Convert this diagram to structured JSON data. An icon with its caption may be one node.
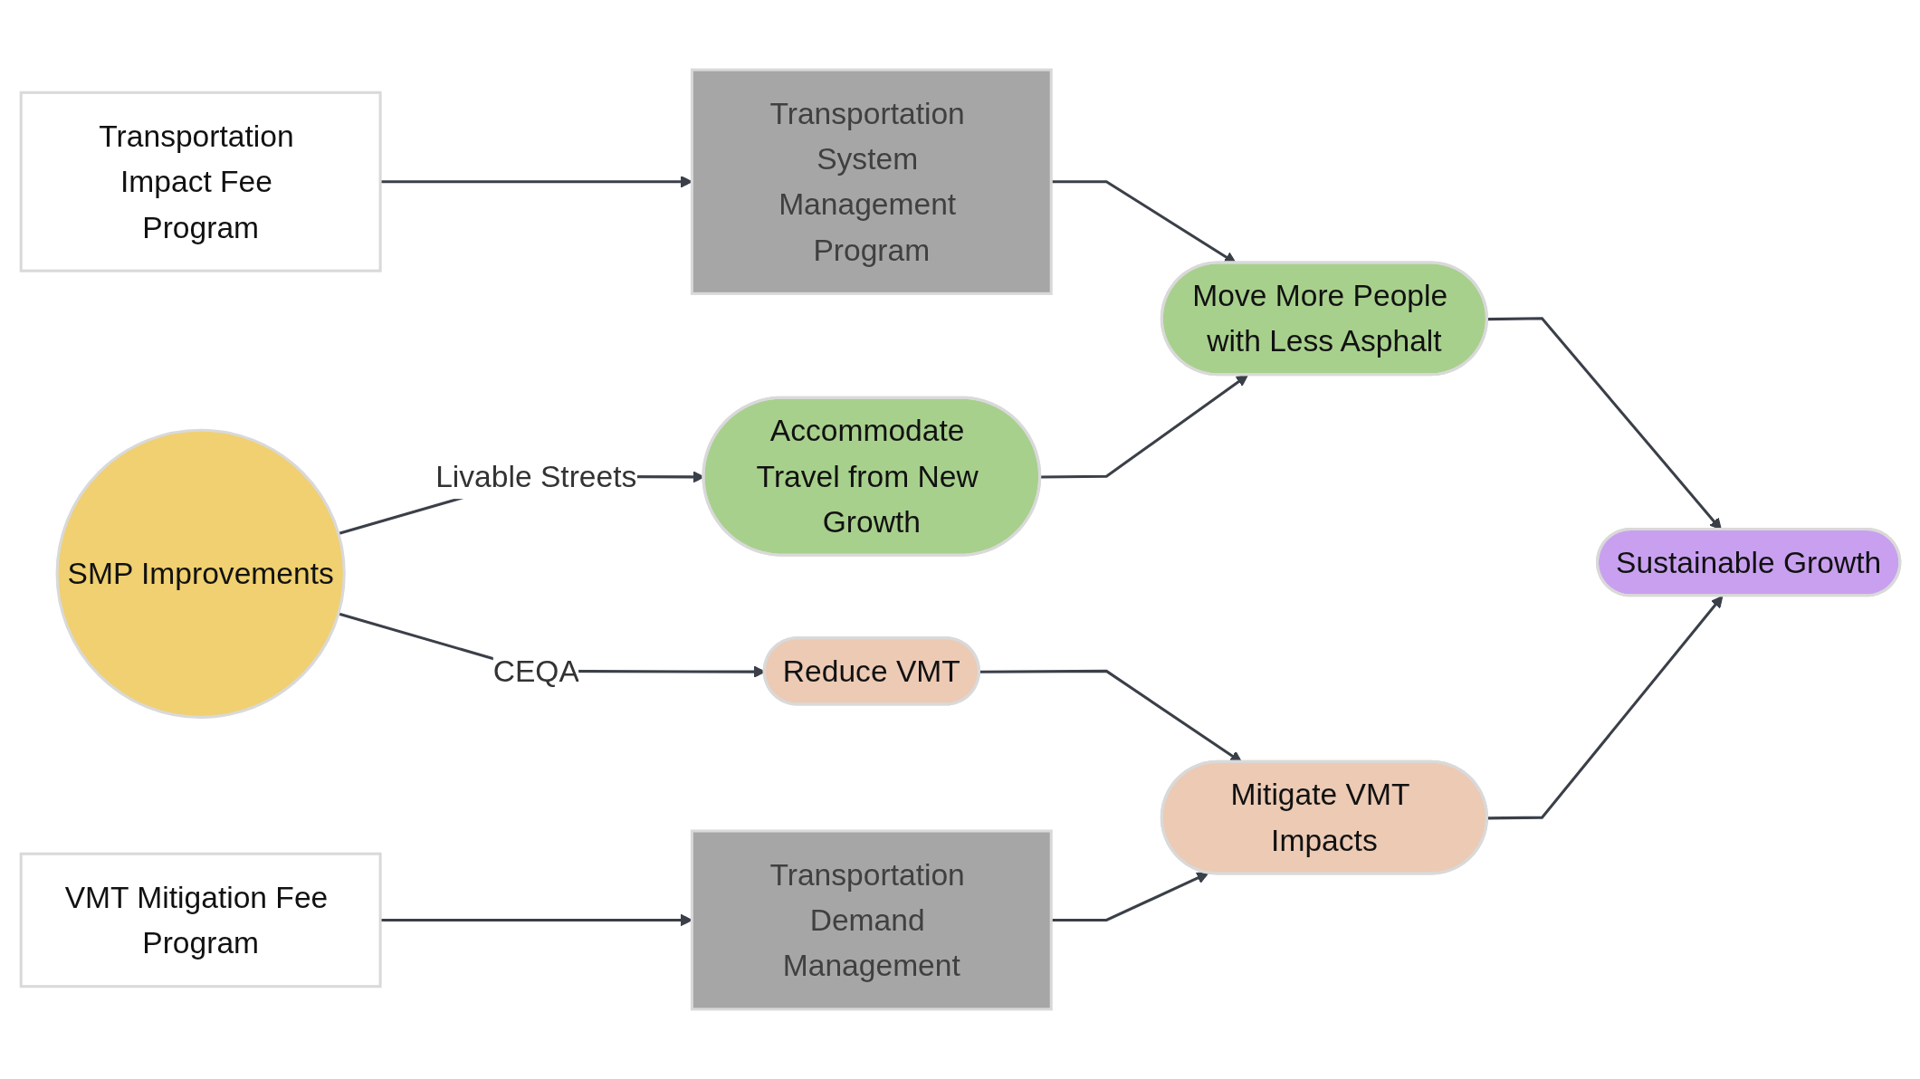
{
  "diagram": {
    "nodes": [
      {
        "text": [
          "Transportation Impact Fee Program"
        ]
      },
      {
        "text": [
          "Transportation System Management Program"
        ]
      },
      {
        "text": [
          "SMP Improvements"
        ]
      },
      {
        "text": [
          "Accommodate Travel from New Growth"
        ]
      },
      {
        "text": [
          "Move More People with Less Asphalt"
        ]
      },
      {
        "text": [
          "Sustainable Growth"
        ]
      },
      {
        "text": [
          "Reduce VMT"
        ]
      },
      {
        "text": [
          "Mitigate VMT Impacts"
        ]
      },
      {
        "text": [
          "VMT Mitigation Fee Program"
        ]
      },
      {
        "text": [
          "Transportation Demand Management"
        ]
      }
    ],
    "edges": [
      {
        "from": 0,
        "to": 1,
        "arrow": "to"
      },
      {
        "from": 1,
        "to": 4,
        "arrow": "to"
      },
      {
        "from": 2,
        "to": 3,
        "label": "Livable Streets",
        "arrow": "to"
      },
      {
        "from": 3,
        "to": 4,
        "arrow": "to"
      },
      {
        "from": 4,
        "to": 5,
        "arrow": "to"
      },
      {
        "from": 2,
        "to": 6,
        "label": "CEQA",
        "arrow": "to"
      },
      {
        "from": 6,
        "to": 7,
        "arrow": "to"
      },
      {
        "from": 7,
        "to": 5,
        "arrow": "to"
      },
      {
        "from": 8,
        "to": 9,
        "arrow": "to"
      },
      {
        "from": 9,
        "to": 7,
        "arrow": "to"
      }
    ]
  }
}
